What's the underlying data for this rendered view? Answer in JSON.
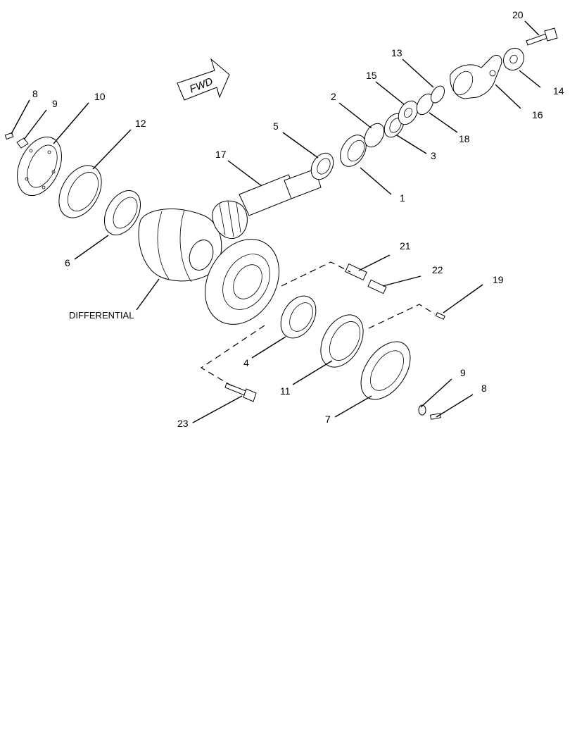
{
  "fwd_label": "FWD",
  "differential_label": "DIFFERENTIAL",
  "callouts": [
    "1",
    "2",
    "3",
    "4",
    "5",
    "6",
    "7",
    "8",
    "9",
    "10",
    "11",
    "12",
    "13",
    "14",
    "15",
    "16",
    "17",
    "18",
    "19",
    "20",
    "21",
    "22",
    "23",
    "9",
    "8"
  ]
}
